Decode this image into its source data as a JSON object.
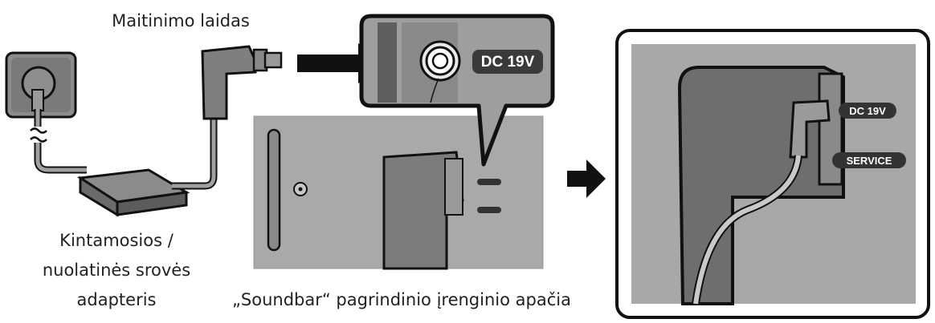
{
  "labels": {
    "power_cable": "Maitinimo laidas",
    "adapter_line1": "Kintamosios /",
    "adapter_line2": "nuolatinės srovės",
    "adapter_line3": "adapteris",
    "soundbar_bottom": "„Soundbar“ pagrindinio įrenginio apačia"
  },
  "ports": {
    "dc": "DC 19V",
    "service": "SERVICE"
  },
  "colors": {
    "panel_gray": "#a7a7a7",
    "dark_gray": "#6d6d6d",
    "outline": "#111111",
    "cable": "#9a9a9a"
  }
}
